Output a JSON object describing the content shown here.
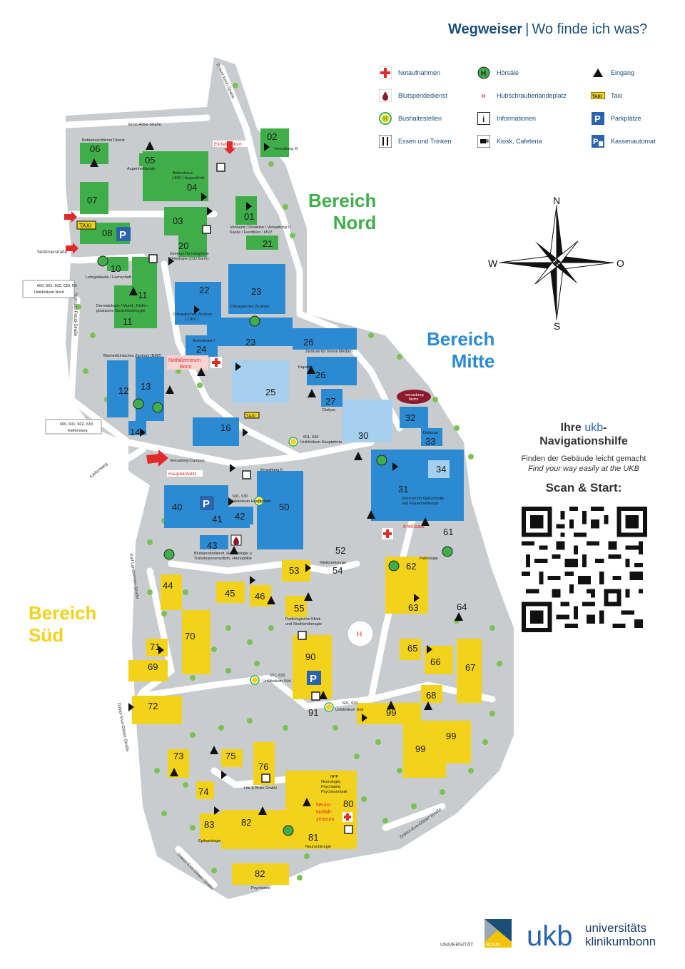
{
  "header": {
    "title_bold": "Wegweiser",
    "separator": "|",
    "title_rest": "Wo finde ich was?"
  },
  "legend": [
    {
      "label": "Notaufnahmen",
      "icon": "red-cross-icon"
    },
    {
      "label": "Hörsäle",
      "icon": "lecture-hall-icon"
    },
    {
      "label": "Eingang",
      "icon": "entrance-triangle-icon"
    },
    {
      "label": "Blutspendedienst",
      "icon": "blood-drop-icon"
    },
    {
      "label": "Hubschrauberlandeplatz",
      "icon": "helipad-icon"
    },
    {
      "label": "Taxi",
      "icon": "taxi-icon"
    },
    {
      "label": "Bushaltestellen",
      "icon": "bus-stop-icon"
    },
    {
      "label": "Informationen",
      "icon": "info-icon"
    },
    {
      "label": "Parkplätze",
      "icon": "parking-icon"
    },
    {
      "label": "Essen und Trinken",
      "icon": "food-icon"
    },
    {
      "label": "Kiosk, Cafeteria",
      "icon": "kiosk-icon"
    },
    {
      "label": "Kassenautomat",
      "icon": "parking-ticket-machine-icon"
    }
  ],
  "legend_icon_text": {
    "taxi": "TAXI",
    "parking": "P",
    "info": "i",
    "bus": "H",
    "helipad": "H"
  },
  "areas": {
    "nord": [
      "Bereich",
      "Nord"
    ],
    "mitte": [
      "Bereich",
      "Mitte"
    ],
    "sued": [
      "Bereich",
      "Süd"
    ]
  },
  "colors": {
    "nord": "#3fae49",
    "mitte": "#2b8ad2",
    "sued": "#f2d21b",
    "title": "#1b4f7a",
    "ground": "#c9ccce",
    "emergency": "#e32a2a"
  },
  "compass": {
    "n": "N",
    "s": "S",
    "w": "W",
    "o": "O"
  },
  "buildings_nord": [
    "01",
    "02",
    "03",
    "04",
    "05",
    "06",
    "07",
    "08",
    "10",
    "11",
    "11",
    "20",
    "21"
  ],
  "buildings_mitte": [
    "12",
    "13",
    "14",
    "16",
    "22",
    "23",
    "23",
    "24",
    "25",
    "26",
    "26",
    "27",
    "30",
    "31",
    "32",
    "33",
    "34",
    "40",
    "41",
    "42",
    "43",
    "50"
  ],
  "buildings_sued": [
    "44",
    "45",
    "46",
    "52",
    "53",
    "54",
    "55",
    "61",
    "62",
    "63",
    "64",
    "65",
    "66",
    "67",
    "68",
    "69",
    "70",
    "71",
    "72",
    "73",
    "74",
    "75",
    "76",
    "80",
    "81",
    "82",
    "82",
    "83",
    "90",
    "91",
    "99",
    "99",
    "99"
  ],
  "map_labels": {
    "einfahrt_nord": "Einfahrt-Nord",
    "notfallzentrum": [
      "Notfallzentrum",
      "Bonn"
    ],
    "haupteinfahrt": "Haupteinfahrt",
    "kreisssaal": "Kreißsaal",
    "neuro_notfall": [
      "Neuro-",
      "Notfall-",
      "zentrum"
    ],
    "venusberg_campus": "Venusberg-Campus",
    "ernst_abbe": "Ernst-Abbe-Straße",
    "robert_koch": "Robert-Koch-Straße",
    "sertuerner": "Sertürnerstraße",
    "sigmund_freud": "Sigmund-Freud-Straße",
    "kiefernweg": "Kiefernweg",
    "karl_landsteiner": "Karl-Landsteiner-Straße",
    "dietrich_eva": "Doktor-Eva-Gläser-Straße",
    "doktor_eva": "Doktor-Eva-Gläser-Straße",
    "betriebsarzt": "Betriebsärztlicher Dienst",
    "augenheilkunde": "Augenheilkunde",
    "bettenhaus_hno": [
      "Bettenhaus",
      "HNO / Augenklinik"
    ],
    "verwaltung3": "Verwaltung III",
    "vorstand": [
      "Vorstand / Direktion / Verwaltung I /",
      "Kasse / Fundbüro / MVZ"
    ],
    "cio": [
      "Zentrum für Integrierte",
      "Onkologie (CIO Bonn)"
    ],
    "lehrgebaeude": "Lehrgebäude / Fachschaft",
    "dermatologie": [
      "Dermatologie / Mund-, Kiefer-,",
      "plastische Gesichtschirurgie"
    ],
    "chirurgisches_zentrum": "Chirurgisches Zentrum",
    "chirurgisches_zentrum_opz": [
      "Chirurgisches Zentrum",
      "( OPZ )"
    ],
    "bettenhaus1": "Bettenhaus I",
    "innere_medizin": "Zentrum für Innere Medizin",
    "kapelle": "Kapelle",
    "dialyse": "Dialyse",
    "bmz": "Biomedizinisches Zentrum (BMZ)",
    "dekanat": "Dekanat",
    "geburtshilfe": [
      "Zentrum für Geburtshilfe",
      "und Frauenheilkunde"
    ],
    "pathologie": "Pathologie",
    "verwaltung2": "Verwaltung II",
    "blutspende": [
      "Blutspendedienst, Hämatologie u.",
      "Transfusionsmedizin, Hämophilie"
    ],
    "klinikseelsorge": "Klinikseelsorge",
    "radiologie": [
      "Radiologische Klinik",
      "und Strahlentherapie"
    ],
    "life_brain": "Life & Brain GmbH",
    "npp": [
      "NPP",
      "Neurologie,",
      "Psychiatrie,",
      "Psychosomatik"
    ],
    "neurochirurgie": "Neurochirurgie",
    "epileptologie": "Epileptologie",
    "psychiatrie": "Psychiatrie",
    "taxi_label": "TAXI",
    "venusberg_bistro": [
      "venusberg",
      "bistro"
    ]
  },
  "bus_stops": [
    {
      "lines": "600, 601, 602, 630, N5",
      "name": "Uniklinikum Nord"
    },
    {
      "lines": "600, 601, 602, 630",
      "name": "Kiefernweg"
    },
    {
      "lines": "601, 630",
      "name": "Uniklinikum Hauptpforte"
    },
    {
      "lines": "601, 630",
      "name": "Uniklinikum Hauptpforte"
    },
    {
      "lines": "601, 630",
      "name": "Uniklinikum Süd"
    },
    {
      "lines": "601, 630",
      "name": "Uniklinikum Süd"
    }
  ],
  "navigation": {
    "ihre": "Ihre",
    "ukb": "ukb",
    "dash": "-",
    "heading": "Navigationshilfe",
    "subtitle": "Finden der Gebäude leicht gemacht",
    "subtitle_en": "Find your way easily at the UKB",
    "scan": "Scan & Start:"
  },
  "logos": {
    "uni": "UNIVERSITÄT",
    "uni_bonn": "BONN",
    "ukb_mark": "ukb",
    "ukb_name1": "universitäts",
    "ukb_name2": "klinikumbonn"
  }
}
